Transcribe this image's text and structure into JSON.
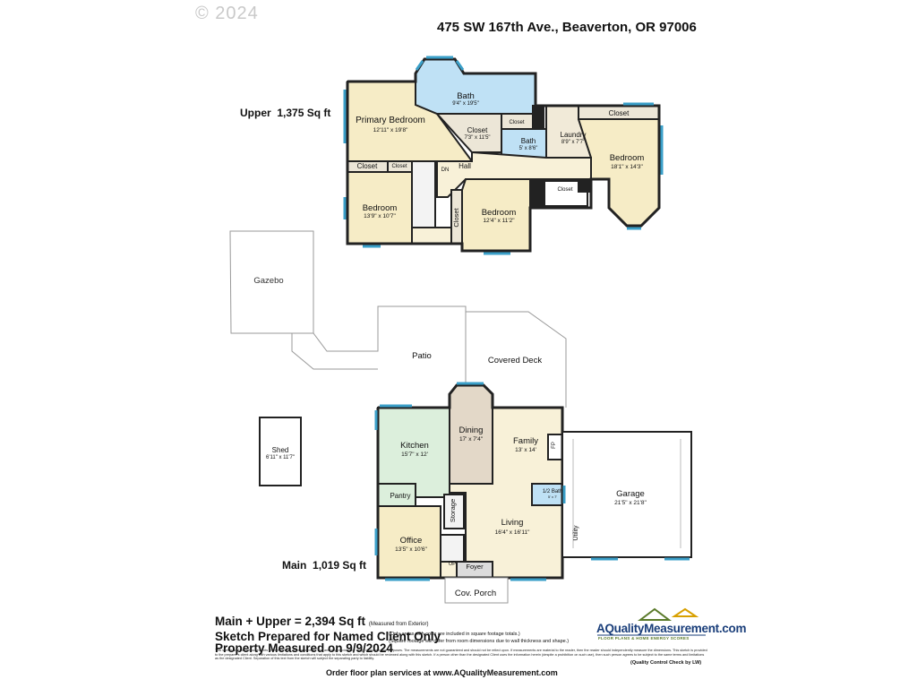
{
  "copyright": "© 2024",
  "address": "475 SW 167th Ave., Beaverton, OR 97006",
  "levels": {
    "upper": {
      "label": "Upper",
      "area": "1,375 Sq ft"
    },
    "main": {
      "label": "Main",
      "area": "1,019 Sq ft"
    }
  },
  "rooms": {
    "primary_bedroom": {
      "name": "Primary Bedroom",
      "dim": "12'11\" x 19'8\""
    },
    "bath_upper": {
      "name": "Bath",
      "dim": "9'4\" x 19'5\""
    },
    "closet_primary": {
      "name": "Closet",
      "dim": "7'3\" x 11'5\""
    },
    "closet_small_1": {
      "name": "Closet"
    },
    "bath_hall": {
      "name": "Bath",
      "dim": "5' x 8'6\""
    },
    "laundry": {
      "name": "Laundry",
      "dim": "8'9\" x 7'7\""
    },
    "closet_top_right": {
      "name": "Closet"
    },
    "bedroom_right": {
      "name": "Bedroom",
      "dim": "18'1\" x 14'3\""
    },
    "closet_left_1": {
      "name": "Closet"
    },
    "closet_left_2": {
      "name": "Closet"
    },
    "dn": {
      "name": "DN"
    },
    "hall": {
      "name": "Hall"
    },
    "bedroom_left": {
      "name": "Bedroom",
      "dim": "13'9\" x 10'7\""
    },
    "closet_vertical": {
      "name": "Closet"
    },
    "bedroom_middle": {
      "name": "Bedroom",
      "dim": "12'4\" x 11'2\""
    },
    "closet_right_small": {
      "name": "Closet"
    },
    "gazebo": {
      "name": "Gazebo"
    },
    "patio": {
      "name": "Patio"
    },
    "covered_deck": {
      "name": "Covered Deck"
    },
    "shed": {
      "name": "Shed",
      "dim": "6'11\" x 11'7\""
    },
    "kitchen": {
      "name": "Kitchen",
      "dim": "15'7\" x 12'"
    },
    "dining": {
      "name": "Dining",
      "dim": "17' x 7'4\""
    },
    "family": {
      "name": "Family",
      "dim": "13' x 14'"
    },
    "fp": {
      "name": "FP"
    },
    "half_bath": {
      "name": "1/2 Bath",
      "dim": "5' x 7'"
    },
    "garage": {
      "name": "Garage",
      "dim": "21'5\" x 21'8\""
    },
    "utility": {
      "name": "Utility"
    },
    "pantry": {
      "name": "Pantry"
    },
    "storage": {
      "name": "Storage"
    },
    "living": {
      "name": "Living",
      "dim": "16'4\" x 16'11\""
    },
    "office": {
      "name": "Office",
      "dim": "13'5\" x 10'6\""
    },
    "up": {
      "name": "UP"
    },
    "foyer": {
      "name": "Foyer"
    },
    "cov_porch": {
      "name": "Cov. Porch"
    }
  },
  "footer": {
    "total": "Main + Upper = 2,394 Sq ft",
    "total_note": "(Measured from Exterior)",
    "client": "Sketch Prepared for Named Client Only",
    "measured": "Property Measured on 9/9/2024",
    "note_color": "(Only areas with color are included in square footage totals.)",
    "note_diff": "(Square footage will differ from room dimensions due to wall thickness and shape.)",
    "fine_print": "This sketch and the measurements shown hereon, are approximate and are only provided for rough demonstrative purposes.  The measurements are not guaranteed and should not be relied upon.  If measurements are material to the reader, then the reader should independently measure the dimensions.  This sketch is provided to the preparer's client along with various limitations and conditions that apply to this sketch and which should be reviewed along with this sketch.  If a person other than the designated Client uses the information herein (despite a prohibition on such use), then such person agrees to be subject to the same terms and limitations as the designated Client.  Separation of this text from the sketch will subject the separating party to liability.",
    "quality_check": "(Quality Control Check by LW)",
    "order": "Order floor plan services at www.AQualityMeasurement.com"
  },
  "logo": {
    "name": "AQualityMeasurement.com",
    "tagline": "FLOOR PLANS & HOME ENERGY SCORES"
  },
  "colors": {
    "bedroom": "#f6ecc6",
    "bath": "#bfe1f5",
    "kitchen": "#dcefdc",
    "dining": "#e3d8c8",
    "hall": "#f8f1d8",
    "laundry": "#f1ead8",
    "closet": "#ece6d7",
    "stair": "#f3f3f3",
    "foyer": "#dcdcdc",
    "window": "#3a9fc8",
    "wall": "#222222"
  }
}
